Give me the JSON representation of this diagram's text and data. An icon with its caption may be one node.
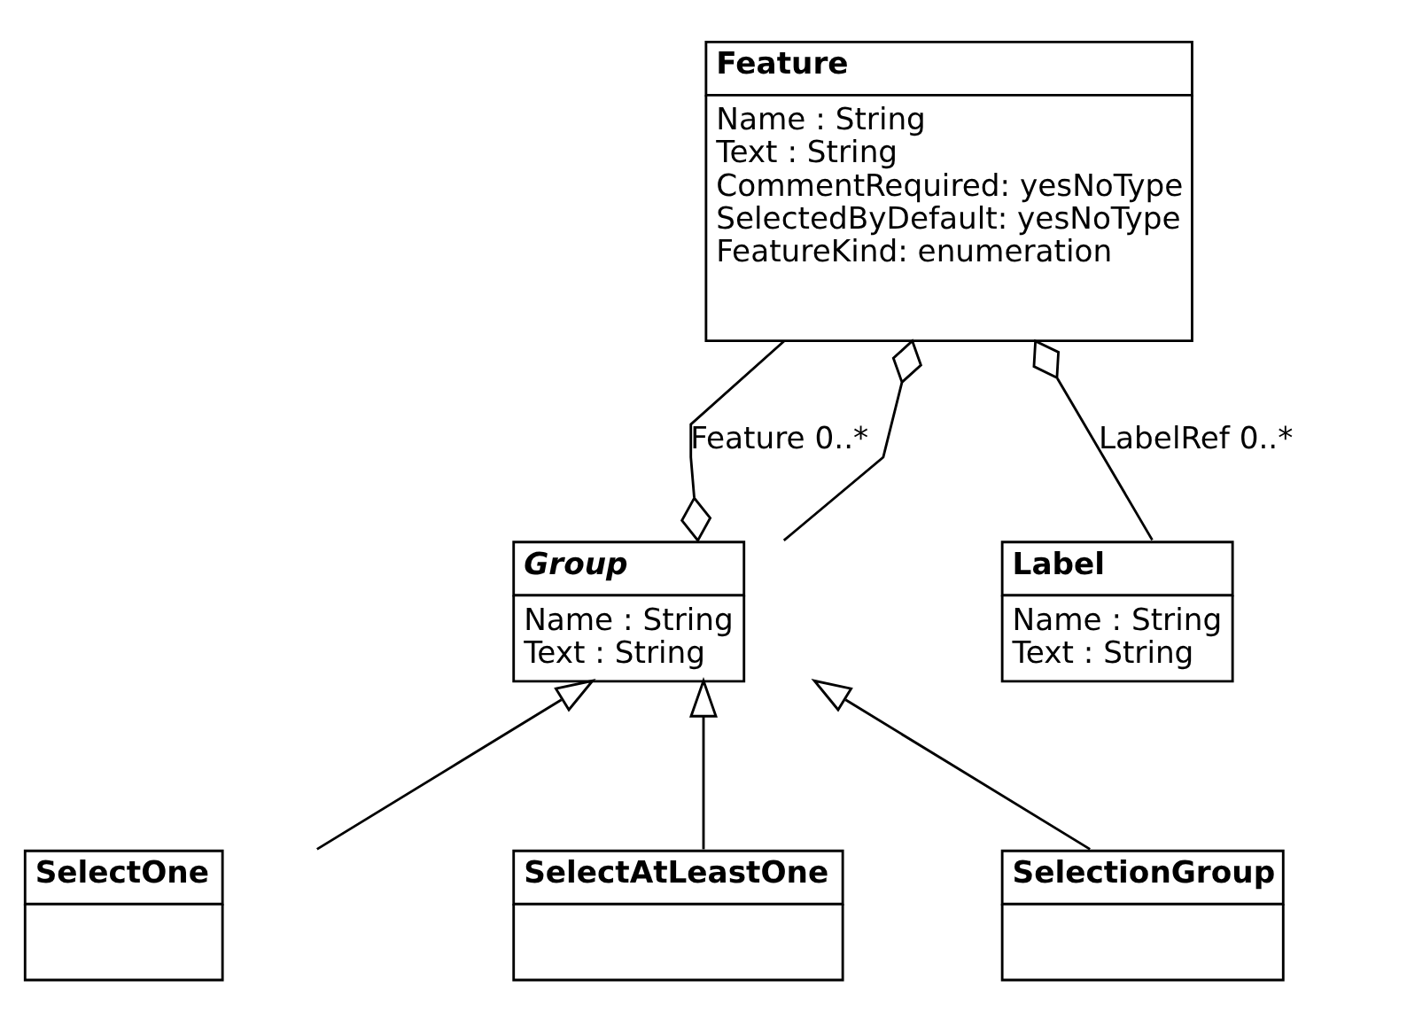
{
  "diagram": {
    "nodes": [
      {
        "text": [
          "Feature",
          "Name : String",
          "Text : String",
          "CommentRequired: yesNoType",
          "SelectedByDefault: yesNoType",
          "FeatureKind: enumeration"
        ]
      },
      {
        "text": [
          "Group",
          "Name : String",
          "Text : String"
        ]
      },
      {
        "text": [
          "Label",
          "Name : String",
          "Text : String"
        ]
      },
      {
        "text": [
          "SelectOne"
        ]
      },
      {
        "text": [
          "SelectAtLeastOne"
        ]
      },
      {
        "text": [
          "SelectionGroup"
        ]
      }
    ],
    "edges": [
      {
        "from": 0,
        "to": 1,
        "arrow": "other",
        "label": "Feature 0..*"
      },
      {
        "from": 1,
        "to": 0,
        "arrow": "other"
      },
      {
        "from": 2,
        "to": 0,
        "arrow": "other",
        "label": "LabelRef 0..*"
      },
      {
        "from": 3,
        "to": 1,
        "arrow": "to"
      },
      {
        "from": 4,
        "to": 1,
        "arrow": "to"
      },
      {
        "from": 5,
        "to": 1,
        "arrow": "to"
      }
    ]
  }
}
